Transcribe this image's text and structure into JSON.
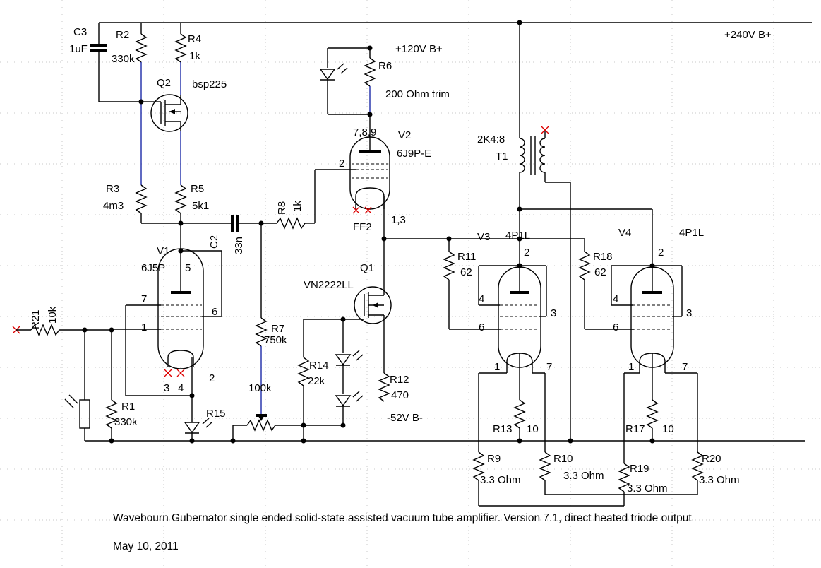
{
  "supplies": {
    "b240": "+240V B+",
    "b120": "+120V B+",
    "bneg": "-52V B-"
  },
  "parts": {
    "C3": {
      "ref": "C3",
      "value": "1uF"
    },
    "R2": {
      "ref": "R2",
      "value": "330k"
    },
    "R4": {
      "ref": "R4",
      "value": "1k"
    },
    "Q2": {
      "ref": "Q2",
      "value": "bsp225"
    },
    "R3": {
      "ref": "R3",
      "value": "4m3"
    },
    "R5": {
      "ref": "R5",
      "value": "5k1"
    },
    "C2": {
      "ref": "C2",
      "value": "33n"
    },
    "R8": {
      "ref": "R8",
      "value": "1k"
    },
    "R6": {
      "ref": "R6",
      "value": "200 Ohm trim"
    },
    "V2": {
      "ref": "V2",
      "value": "6J9P-E",
      "pin_top": "7,8,9",
      "pin_grid": "2",
      "pin_cathode": "1,3",
      "filament": "FF2"
    },
    "V1": {
      "ref": "V1",
      "value": "6J5P",
      "pins": [
        "5",
        "7",
        "1",
        "6",
        "3",
        "4",
        "2"
      ]
    },
    "R21": {
      "ref": "R21",
      "value": "10k"
    },
    "R1": {
      "ref": "R1",
      "value": "330k"
    },
    "R15": {
      "ref": "R15"
    },
    "R7": {
      "ref": "R7",
      "value": "750k"
    },
    "POT": {
      "value": "100k"
    },
    "R14": {
      "ref": "R14",
      "value": "22k"
    },
    "Q1": {
      "ref": "Q1",
      "value": "VN2222LL"
    },
    "R12": {
      "ref": "R12",
      "value": "470"
    },
    "T1": {
      "ref": "T1",
      "value": "2K4:8"
    },
    "V3": {
      "ref": "V3",
      "value": "4P1L",
      "pins": [
        "2",
        "4",
        "3",
        "6",
        "1",
        "7"
      ]
    },
    "V4": {
      "ref": "V4",
      "value": "4P1L",
      "pins": [
        "2",
        "4",
        "3",
        "6",
        "1",
        "7"
      ]
    },
    "R11": {
      "ref": "R11",
      "value": "62"
    },
    "R18": {
      "ref": "R18",
      "value": "62"
    },
    "R13": {
      "ref": "R13",
      "value": "10"
    },
    "R17": {
      "ref": "R17",
      "value": "10"
    },
    "R9": {
      "ref": "R9",
      "value": "3.3 Ohm"
    },
    "R10": {
      "ref": "R10",
      "value": "3.3 Ohm"
    },
    "R19": {
      "ref": "R19",
      "value": "3.3 Ohm"
    },
    "R20": {
      "ref": "R20",
      "value": "3.3 Ohm"
    }
  },
  "caption": "Wavebourn Gubernator single ended solid-state assisted vacuum tube amplifier. Version 7.1, direct heated triode output",
  "date": "May 10, 2011"
}
